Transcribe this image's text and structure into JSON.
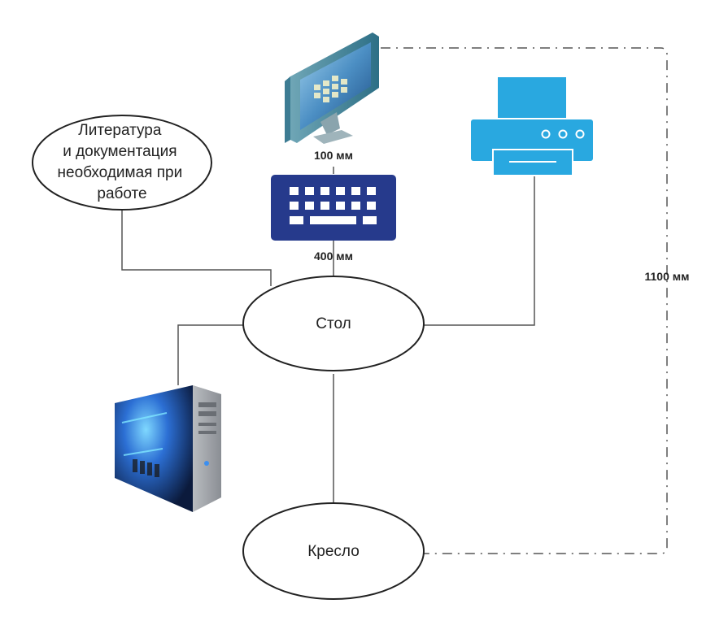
{
  "nodes": {
    "literature": "Литература и документация необходимая при работе",
    "table": "Стол",
    "chair": "Кресло"
  },
  "literature_lines": [
    "Литература",
    "и документация",
    "необходимая при",
    "работе"
  ],
  "dimensions": {
    "monitor_distance": "100 мм",
    "keyboard_distance": "400 мм",
    "chair_distance": "1100 мм"
  },
  "icons": {
    "monitor": "monitor-icon",
    "keyboard": "keyboard-icon",
    "printer": "printer-icon",
    "computer": "computer-case-icon"
  },
  "colors": {
    "printer": "#29a8e0",
    "keyboard": "#263a8c",
    "line": "#555555"
  }
}
